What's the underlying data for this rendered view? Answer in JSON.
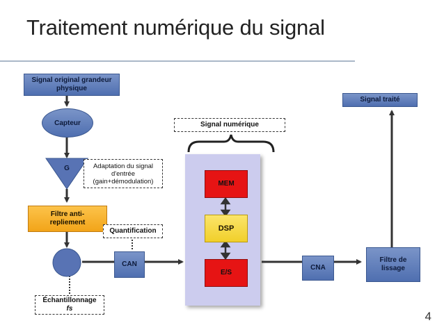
{
  "title": "Traitement numérique du signal",
  "page_number": "4",
  "nodes": {
    "signal_original": "Signal original grandeur physique",
    "capteur": "Capteur",
    "g": "G",
    "adaptation_line1": "Adaptation du signal",
    "adaptation_line2": "d'entrée",
    "adaptation_line3": "(gain+démodulation)",
    "filtre_anti_line1": "Filtre anti-",
    "filtre_anti_line2": "repliement",
    "quantification": "Quantification",
    "can": "CAN",
    "echantillonnage": "Échantillonnage",
    "fs": "fs",
    "signal_numerique": "Signal numérique",
    "mem": "MEM",
    "dsp": "DSP",
    "es": "E/S",
    "cna": "CNA",
    "filtre_lissage_line1": "Filtre de",
    "filtre_lissage_line2": "lissage",
    "signal_traite": "Signal traité"
  }
}
